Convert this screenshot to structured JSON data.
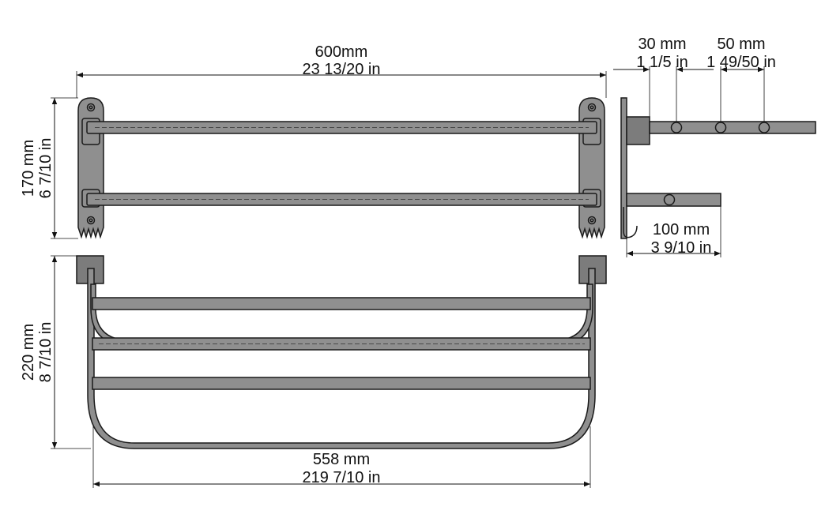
{
  "dimensions": {
    "top_width": {
      "mm": "600mm",
      "inch": "23 13/20 in"
    },
    "front_height": {
      "mm": "170 mm",
      "inch": "6 7/10 in"
    },
    "side_gap_first": {
      "mm": "30 mm",
      "inch": "1 1/5 in"
    },
    "side_gap_second": {
      "mm": "50 mm",
      "inch": "1 49/50 in"
    },
    "side_depth": {
      "mm": "100 mm",
      "inch": "3 9/10 in"
    },
    "bottom_height": {
      "mm": "220 mm",
      "inch": "8 7/10 in"
    },
    "bottom_width": {
      "mm": "558 mm",
      "inch": "219 7/10 in"
    }
  },
  "colors": {
    "metal": "#8f8f8f",
    "outline": "#1a1a1a",
    "background": "#ffffff"
  }
}
